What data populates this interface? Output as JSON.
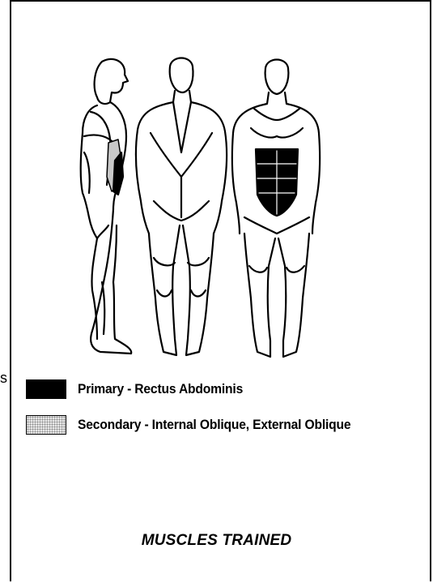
{
  "legend": {
    "primary": {
      "label": "Primary - Rectus Abdominis",
      "color": "#000000"
    },
    "secondary": {
      "label": "Secondary - Internal Oblique, External Oblique",
      "pattern": "stipple"
    }
  },
  "caption": "MUSCLES TRAINED",
  "edge_glyph": "s"
}
